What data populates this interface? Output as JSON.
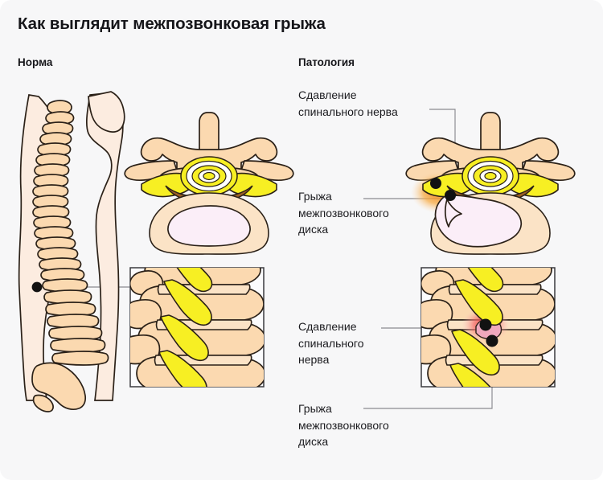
{
  "title": "Как выглядит межпозвонковая грыжа",
  "columns": {
    "normal_label": "Норма",
    "pathology_label": "Патология"
  },
  "callouts": {
    "nerve_compression_top": "Сдавление\nспинального нерва",
    "herniation_top": "Грыжа\nмежпозвонкового\nдиска",
    "nerve_compression_bottom": "Сдавление\nспинального\nнерва",
    "herniation_bottom": "Грыжа\nмежпозвонкового\nдиска"
  },
  "diagram": {
    "views": [
      {
        "name": "lateral-body-spine",
        "side": "normal"
      },
      {
        "name": "axial-vertebra",
        "side": "normal"
      },
      {
        "name": "sagittal-vertebrae-inset",
        "side": "normal"
      },
      {
        "name": "axial-vertebra-herniated",
        "side": "pathology"
      },
      {
        "name": "sagittal-vertebrae-herniated-inset",
        "side": "pathology"
      }
    ],
    "markers": {
      "lumbar_point": "black-dot",
      "compression_points": "black-dot"
    }
  },
  "colors": {
    "background": "#f7f7f8",
    "bone": "#fbd9b0",
    "body_silhouette": "#fcece0",
    "nerve": "#f7ef23",
    "nucleus": "#fbeef8",
    "band": "#9a6027",
    "inflammation_axial": "#f5a13c",
    "inflammation_sagittal": "#ef4b4b",
    "outline": "#2b2118",
    "leader_line": "#8a8a90",
    "text": "#16161a"
  }
}
